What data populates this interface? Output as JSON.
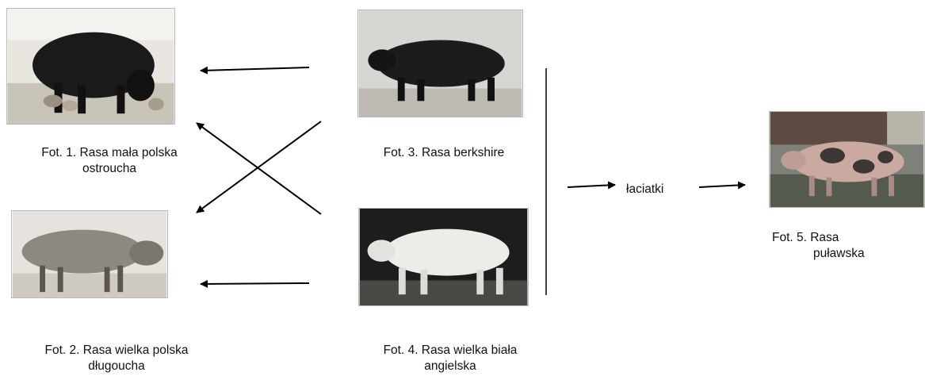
{
  "photos": {
    "fot1": {
      "caption_line1": "Fot. 1. Rasa mała polska",
      "caption_line2": "ostroucha"
    },
    "fot2": {
      "caption_line1": "Fot. 2. Rasa wielka polska",
      "caption_line2": "długoucha"
    },
    "fot3": {
      "caption_line1": "Fot. 3. Rasa berkshire"
    },
    "fot4": {
      "caption_line1": "Fot. 4. Rasa wielka biała",
      "caption_line2": "angielska"
    },
    "fot5": {
      "caption_line1": "Fot. 5. Rasa",
      "caption_line2": "puławska"
    }
  },
  "intermediate_label": "łaciatki"
}
